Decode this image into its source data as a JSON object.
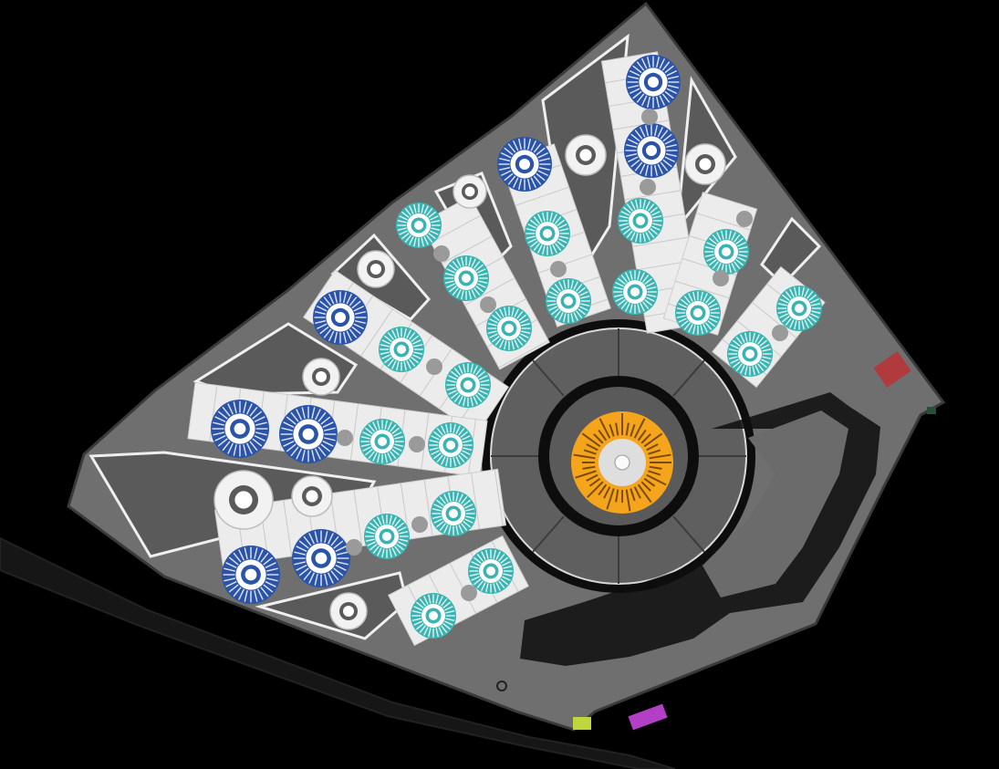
{
  "map": {
    "kind": "site-plan",
    "labels": [],
    "palette": {
      "background": "#000000",
      "site": "#6f6f6f",
      "site_edge": "#efefef",
      "courtyard": "#5d5d5d",
      "wing": "#ececec",
      "path": "#0d0d0d",
      "hub": "#f5a51c",
      "teal_unit": "#3bb3b1",
      "blue_unit": "#2b54a8",
      "white_unit": "#f2f2f2",
      "marker_red": "#b03a3c",
      "marker_green": "#27503a",
      "marker_lime": "#bfd73c",
      "marker_violet": "#b23fc6"
    },
    "legend": [
      {
        "key": "hub",
        "icon": "orange-ring-icon"
      },
      {
        "key": "teal_unit",
        "icon": "teal-ring-icon"
      },
      {
        "key": "blue_unit",
        "icon": "blue-ring-icon"
      },
      {
        "key": "white_unit",
        "icon": "white-ring-icon"
      }
    ]
  }
}
